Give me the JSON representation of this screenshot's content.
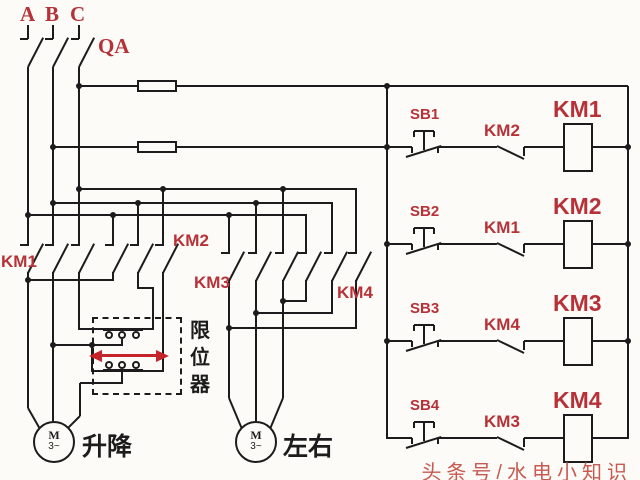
{
  "phase_labels": [
    "A",
    "B",
    "C"
  ],
  "isolator_label": "QA",
  "power_contactor_labels": {
    "km1": "KM1",
    "km2": "KM2",
    "km3": "KM3",
    "km4": "KM4"
  },
  "control_rows": [
    {
      "button": "SB1",
      "interlock": "KM2",
      "coil": "KM1"
    },
    {
      "button": "SB2",
      "interlock": "KM1",
      "coil": "KM2"
    },
    {
      "button": "SB3",
      "interlock": "KM4",
      "coil": "KM3"
    },
    {
      "button": "SB4",
      "interlock": "KM3",
      "coil": "KM4"
    }
  ],
  "limit_device_label": "限位器",
  "motors": [
    {
      "symbol": "M",
      "phase": "3~",
      "label": "升降"
    },
    {
      "symbol": "M",
      "phase": "3~",
      "label": "左右"
    }
  ],
  "watermark": "头条号/水电小知识",
  "colors": {
    "label_red": "#b73238",
    "wire_black": "#1c1c1c",
    "arrow_red": "#c5242a",
    "watermark_red": "#c75a50",
    "background": "#fcfbf7"
  }
}
